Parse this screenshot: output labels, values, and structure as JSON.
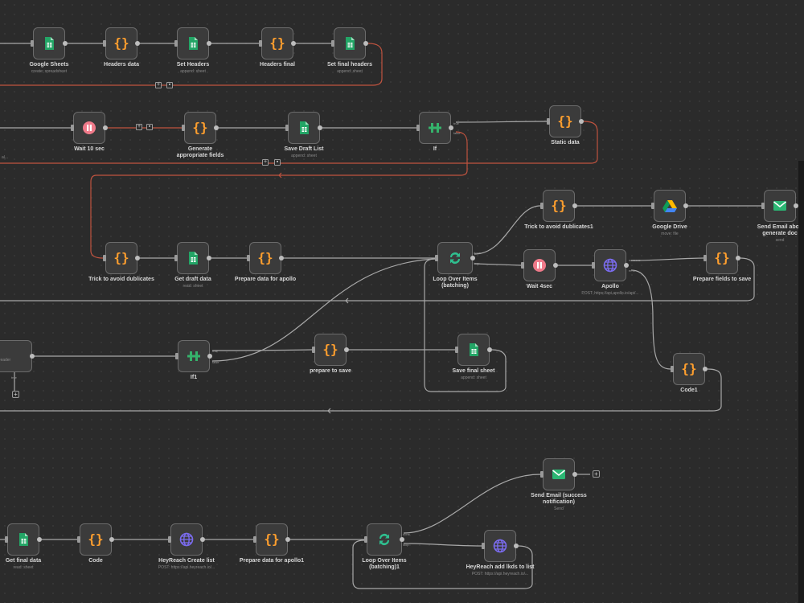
{
  "nodes": [
    {
      "id": "google-sheets",
      "label": "Google Sheets",
      "sub": "create: spreadsheet",
      "icon": "sheets-icon"
    },
    {
      "id": "headers-data",
      "label": "Headers data",
      "sub": "",
      "icon": "code-icon"
    },
    {
      "id": "set-headers",
      "label": "Set Headers",
      "sub": "append: sheet",
      "icon": "sheets-icon"
    },
    {
      "id": "headers-final",
      "label": "Headers final",
      "sub": "",
      "icon": "code-icon"
    },
    {
      "id": "set-final-headers",
      "label": "Set final headers",
      "sub": "append: sheet",
      "icon": "sheets-icon"
    },
    {
      "id": "wait-10-sec",
      "label": "Wait 10 sec",
      "sub": "",
      "icon": "pause-icon"
    },
    {
      "id": "generate-fields",
      "label": "Generate appropriate fields",
      "sub": "",
      "icon": "code-icon"
    },
    {
      "id": "save-draft-list",
      "label": "Save Draft List",
      "sub": "append: sheet",
      "icon": "sheets-icon"
    },
    {
      "id": "if",
      "label": "If",
      "sub": "",
      "icon": "if-icon"
    },
    {
      "id": "static-data",
      "label": "Static data",
      "sub": "",
      "icon": "code-icon"
    },
    {
      "id": "trick-dublicates",
      "label": "Trick to avoid dublicates",
      "sub": "",
      "icon": "code-icon"
    },
    {
      "id": "get-draft-data",
      "label": "Get draft data",
      "sub": "read: sheet",
      "icon": "sheets-icon"
    },
    {
      "id": "prepare-apollo",
      "label": "Prepare data for apollo",
      "sub": "",
      "icon": "code-icon"
    },
    {
      "id": "loop-over-items",
      "label": "Loop Over Items (batching)",
      "sub": "",
      "icon": "loop-icon"
    },
    {
      "id": "trick-dublicates1",
      "label": "Trick to avoid dublicates1",
      "sub": "",
      "icon": "code-icon"
    },
    {
      "id": "google-drive",
      "label": "Google Drive",
      "sub": "move: file",
      "icon": "drive-icon"
    },
    {
      "id": "send-email-generate",
      "label": "Send Email abou generate doc",
      "sub": "send",
      "icon": "email-icon"
    },
    {
      "id": "wait-4sec",
      "label": "Wait 4sec",
      "sub": "",
      "icon": "pause-icon"
    },
    {
      "id": "apollo",
      "label": "Apollo",
      "sub": "POST: https://api.apollo.io/api/...",
      "icon": "globe-icon"
    },
    {
      "id": "prepare-fields-save",
      "label": "Prepare fields to save",
      "sub": "",
      "icon": "code-icon"
    },
    {
      "id": "if1",
      "label": "If1",
      "sub": "",
      "icon": "if-icon"
    },
    {
      "id": "prepare-to-save",
      "label": "prepare to save",
      "sub": "",
      "icon": "code-icon"
    },
    {
      "id": "save-final-sheet",
      "label": "Save final sheet",
      "sub": "append: sheet",
      "icon": "sheets-icon"
    },
    {
      "id": "code1",
      "label": "Code1",
      "sub": "",
      "icon": "code-icon"
    },
    {
      "id": "send-email-success",
      "label": "Send Email (success notification)",
      "sub": "Send",
      "icon": "email-icon"
    },
    {
      "id": "get-final-data",
      "label": "Get final data",
      "sub": "read: sheet",
      "icon": "sheets-icon"
    },
    {
      "id": "code",
      "label": "Code",
      "sub": "",
      "icon": "code-icon"
    },
    {
      "id": "heyreach-create-list",
      "label": "HeyReach Create list",
      "sub": "POST: https://api.heyreach.io/...",
      "icon": "globe-icon"
    },
    {
      "id": "prepare-apollo1",
      "label": "Prepare data for apollo1",
      "sub": "",
      "icon": "code-icon"
    },
    {
      "id": "loop-over-items1",
      "label": "Loop Over Items (batching)1",
      "sub": "",
      "icon": "loop-icon"
    },
    {
      "id": "heyreach-add-leads",
      "label": "HeyReach add lkds to list",
      "sub": "POST: https://api.heyreach.io/...",
      "icon": "globe-icon"
    }
  ],
  "partials": {
    "left_node_sub": "reader",
    "left_port_label": "true",
    "wait_left_sub": "al..."
  },
  "ports": {
    "true": "true",
    "false": "false",
    "done": "done",
    "loop": "loop",
    "success": "success",
    "error": "error"
  },
  "colors": {
    "canvas_bg": "#2b2b2b",
    "node_bg": "#3b3b3b",
    "edge": "#a8a8a8",
    "edge_error": "#c0533f",
    "code_orange": "#ff9f2e",
    "sheets_green": "#23a566",
    "pause_red": "#f07a8a",
    "globe_purple": "#7b6cf0",
    "email_green": "#2bb673",
    "if_green": "#35b26b",
    "loop_green": "#2fbf8f"
  }
}
